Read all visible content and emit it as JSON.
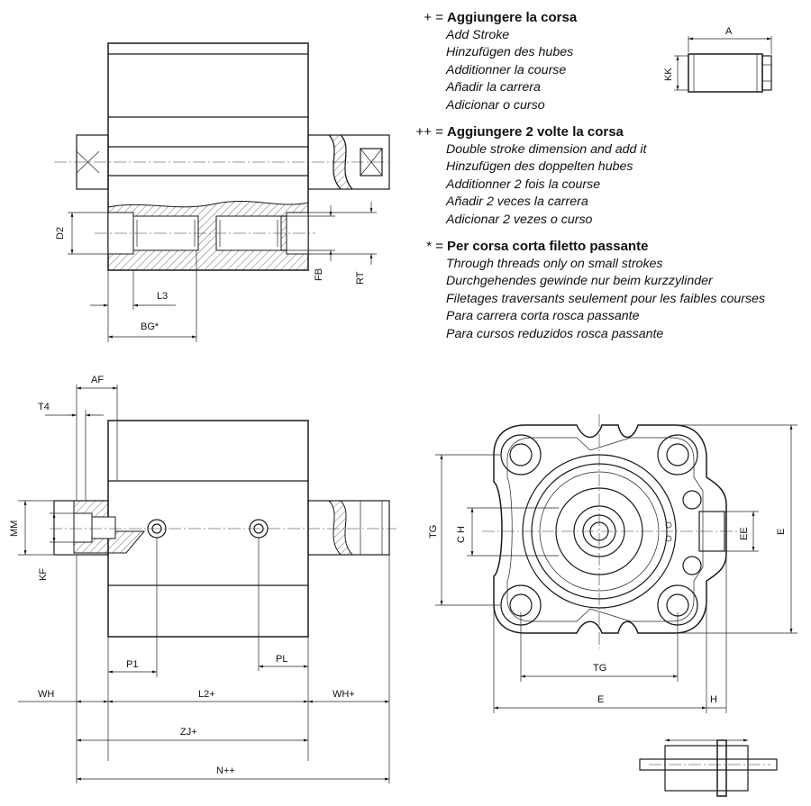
{
  "legend": [
    {
      "symbol": "+ =",
      "heading": "Aggiungere la corsa",
      "lines": [
        "Add Stroke",
        "Hinzufügen des hubes",
        "Additionner la course",
        "Añadir la carrera",
        "Adicionar o curso"
      ]
    },
    {
      "symbol": "++ =",
      "heading": "Aggiungere 2 volte la corsa",
      "lines": [
        "Double stroke dimension and add it",
        "Hinzufügen des doppelten hubes",
        "Additionner 2 fois la course",
        "Añadir 2 veces la carrera",
        "Adicionar 2 vezes o curso"
      ]
    },
    {
      "symbol": "* =",
      "heading": "Per corsa corta filetto passante",
      "lines": [
        "Through threads only on small strokes",
        "Durchgehendes gewinde nur beim kurzzylinder",
        "Filetages traversants seulement pour les faibles courses",
        "Para carrera corta rosca passante",
        "Para cursos reduzidos rosca passante"
      ]
    }
  ],
  "dims": {
    "d2": "D2",
    "l3": "L3",
    "bg": "BG*",
    "fb": "FB",
    "rt": "RT",
    "a": "A",
    "kk": "KK",
    "af": "AF",
    "t4": "T4",
    "mm": "MM",
    "kf": "KF",
    "p1": "P1",
    "pl": "PL",
    "wh": "WH",
    "l2": "L2+",
    "whp": "WH+",
    "zj": "ZJ+",
    "n": "N++",
    "tg_v": "TG",
    "ch": "C H",
    "ee": "EE",
    "e_v": "E",
    "tg_h": "TG",
    "e_h": "E",
    "h": "H"
  }
}
